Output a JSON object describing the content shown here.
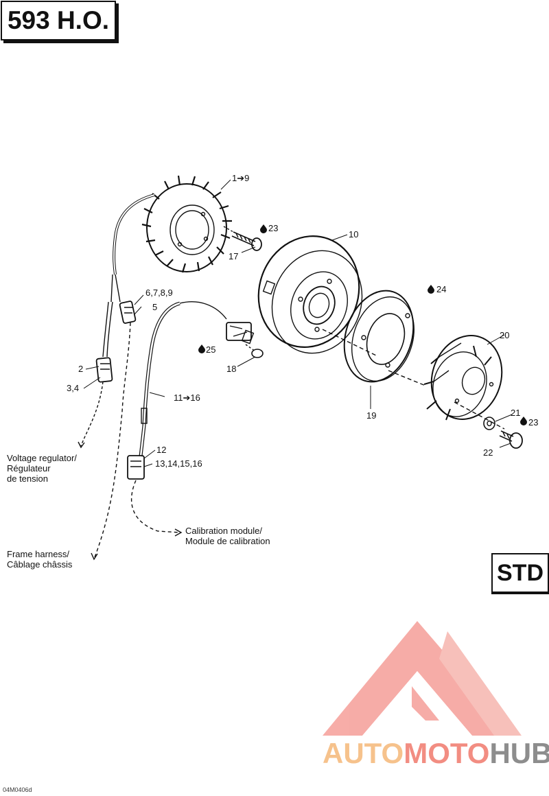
{
  "title": "593 H.O.",
  "badge": "STD",
  "part_labels": {
    "p1_9": "1➔9",
    "p6_9": "6,7,8,9",
    "p5": "5",
    "p2": "2",
    "p3_4": "3,4",
    "p10": "10",
    "p17": "17",
    "p23a": "23",
    "p24": "24",
    "p25": "25",
    "p18": "18",
    "p11_16": "11➔16",
    "p19": "19",
    "p20": "20",
    "p21": "21",
    "p23b": "23",
    "p22": "22",
    "p12": "12",
    "p13_16": "13,14,15,16"
  },
  "callouts": {
    "voltage_1": "Voltage regulator/",
    "voltage_2": "Régulateur",
    "voltage_3": "de tension",
    "calib_1": "Calibration module/",
    "calib_2": "Module de calibration",
    "frame_1": "Frame harness/",
    "frame_2": "Câblage châssis"
  },
  "drawing_ref": "04M0406d",
  "watermark": {
    "part1": "AUTO",
    "part2": "MOTO",
    "part3": "HUB",
    "colors": {
      "orange": "#f6c28c",
      "red": "#f28d82",
      "gray": "#8d8d8d"
    }
  },
  "icons": [
    "oil-drop-icon"
  ]
}
